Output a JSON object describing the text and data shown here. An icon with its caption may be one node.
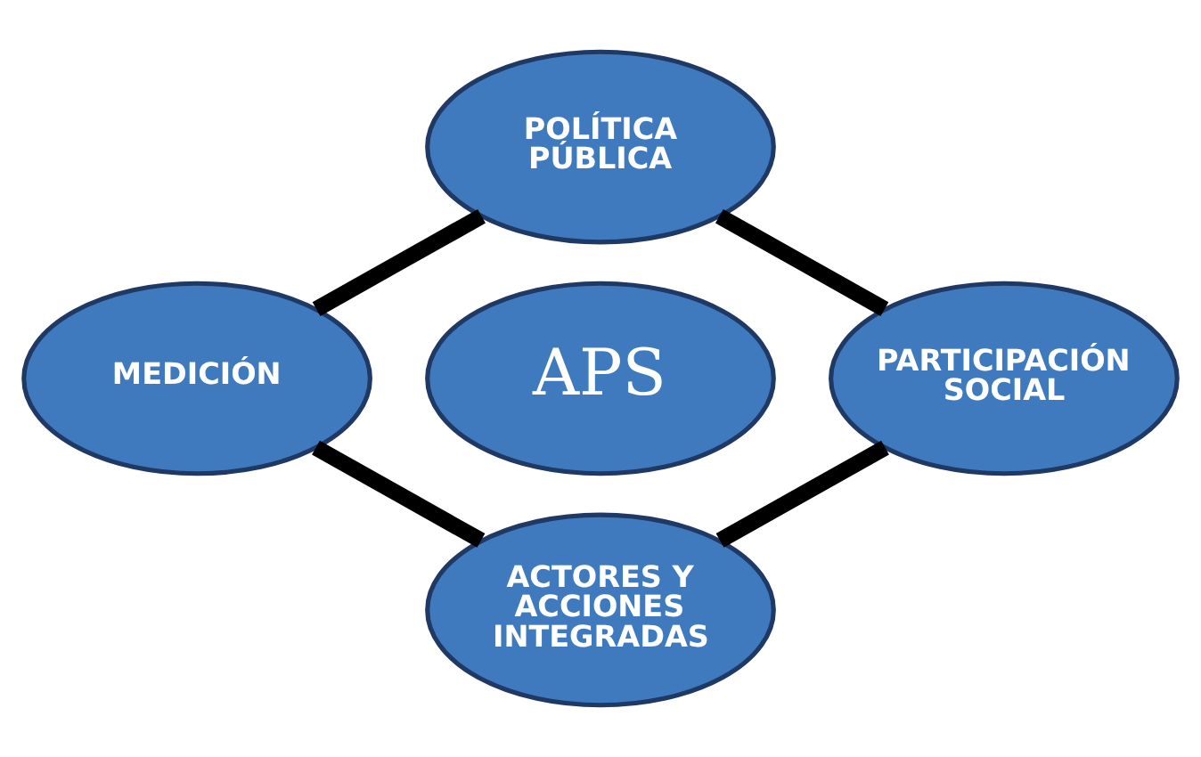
{
  "diagram": {
    "nodes": [
      {
        "text": [
          "POLÍTICA PÚBLICA"
        ]
      },
      {
        "text": [
          "MEDICIÓN"
        ]
      },
      {
        "text": [
          "APS"
        ]
      },
      {
        "text": [
          "PARTICIPACIÓN SOCIAL"
        ]
      },
      {
        "text": [
          "ACTORES Y ACCIONES INTEGRADAS"
        ]
      }
    ],
    "edges": [
      {
        "from": 0,
        "to": 1,
        "arrow": "none"
      },
      {
        "from": 0,
        "to": 3,
        "arrow": "none"
      },
      {
        "from": 1,
        "to": 4,
        "arrow": "none"
      },
      {
        "from": 3,
        "to": 4,
        "arrow": "none"
      }
    ]
  }
}
